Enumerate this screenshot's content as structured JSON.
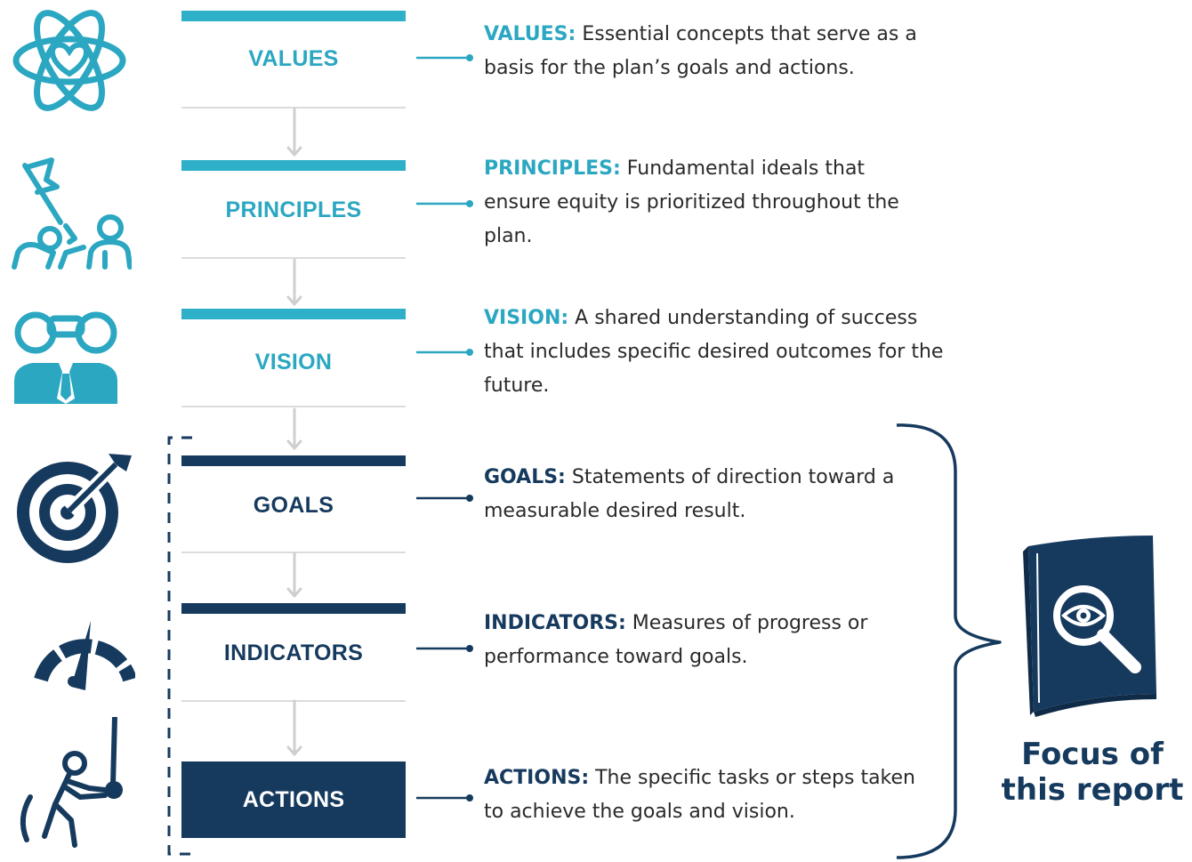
{
  "colors": {
    "teal": "#2ba7c2",
    "navy": "#163a5e",
    "divider": "#dcdcdc",
    "arrow": "#cfcfcf",
    "text": "#2a2a2a"
  },
  "steps": [
    {
      "label": "VALUES",
      "term": "VALUES:",
      "text": " Essential concepts that serve as a basis for the plan’s goals and actions.",
      "icon": "atom-heart-icon"
    },
    {
      "label": "PRINCIPLES",
      "term": "PRINCIPLES:",
      "text": " Fundamental ideals that ensure equity is prioritized throughout the plan.",
      "icon": "people-flag-icon"
    },
    {
      "label": "VISION",
      "term": "VISION:",
      "text": " A shared understanding of success that includes specific desired outcomes for the future.",
      "icon": "binoculars-person-icon"
    },
    {
      "label": "GOALS",
      "term": "GOALS:",
      "text": " Statements of direction toward a measurable desired result.",
      "icon": "target-arrow-icon"
    },
    {
      "label": "INDICATORS",
      "term": "INDICATORS:",
      "text": " Measures of progress or performance toward goals.",
      "icon": "gauge-icon"
    },
    {
      "label": "ACTIONS",
      "term": "ACTIONS:",
      "text": " The specific tasks or steps taken to achieve the goals and vision.",
      "icon": "person-pushing-lever-icon"
    }
  ],
  "focus": {
    "line1": "Focus of",
    "line2": "this report",
    "icon": "book-magnifier-eye-icon"
  }
}
